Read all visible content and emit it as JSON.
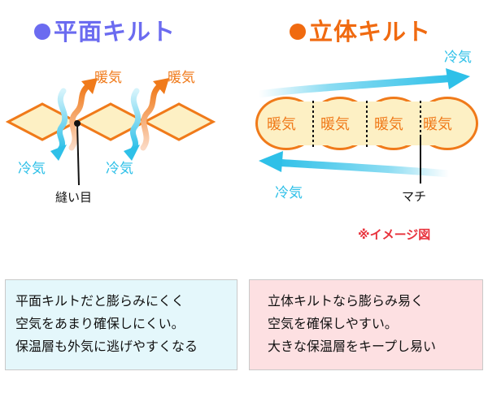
{
  "flat_title": "平面キルト",
  "puffy_title": "立体キルト",
  "warm_label": "暖気",
  "cold_label": "冷気",
  "stitch_label": "縫い目",
  "gusset_label": "マチ",
  "note": "※イメージ図",
  "flat_description": [
    "平面キルトだと膨らみにくく",
    "空気をあまり確保しにくい。",
    "保温層も外気に逃げやすくなる"
  ],
  "puffy_description": [
    "立体キルトなら膨らみ易く",
    "空気を確保しやすい。",
    "大きな保温層をキープし易い"
  ],
  "colors": {
    "flat_accent": "#6b6bf0",
    "puffy_accent": "#f06a10",
    "quilt_fill": "#fdf0c4",
    "quilt_stroke": "#f07a1a",
    "warm": "#f07a1a",
    "cold": "#2ec0e8",
    "note": "#e8323c",
    "flat_box_bg": "#e4f7fb",
    "puffy_box_bg": "#fde0e2"
  },
  "icons": [
    "warm-air-arrow-icon",
    "cold-air-arrow-icon"
  ]
}
